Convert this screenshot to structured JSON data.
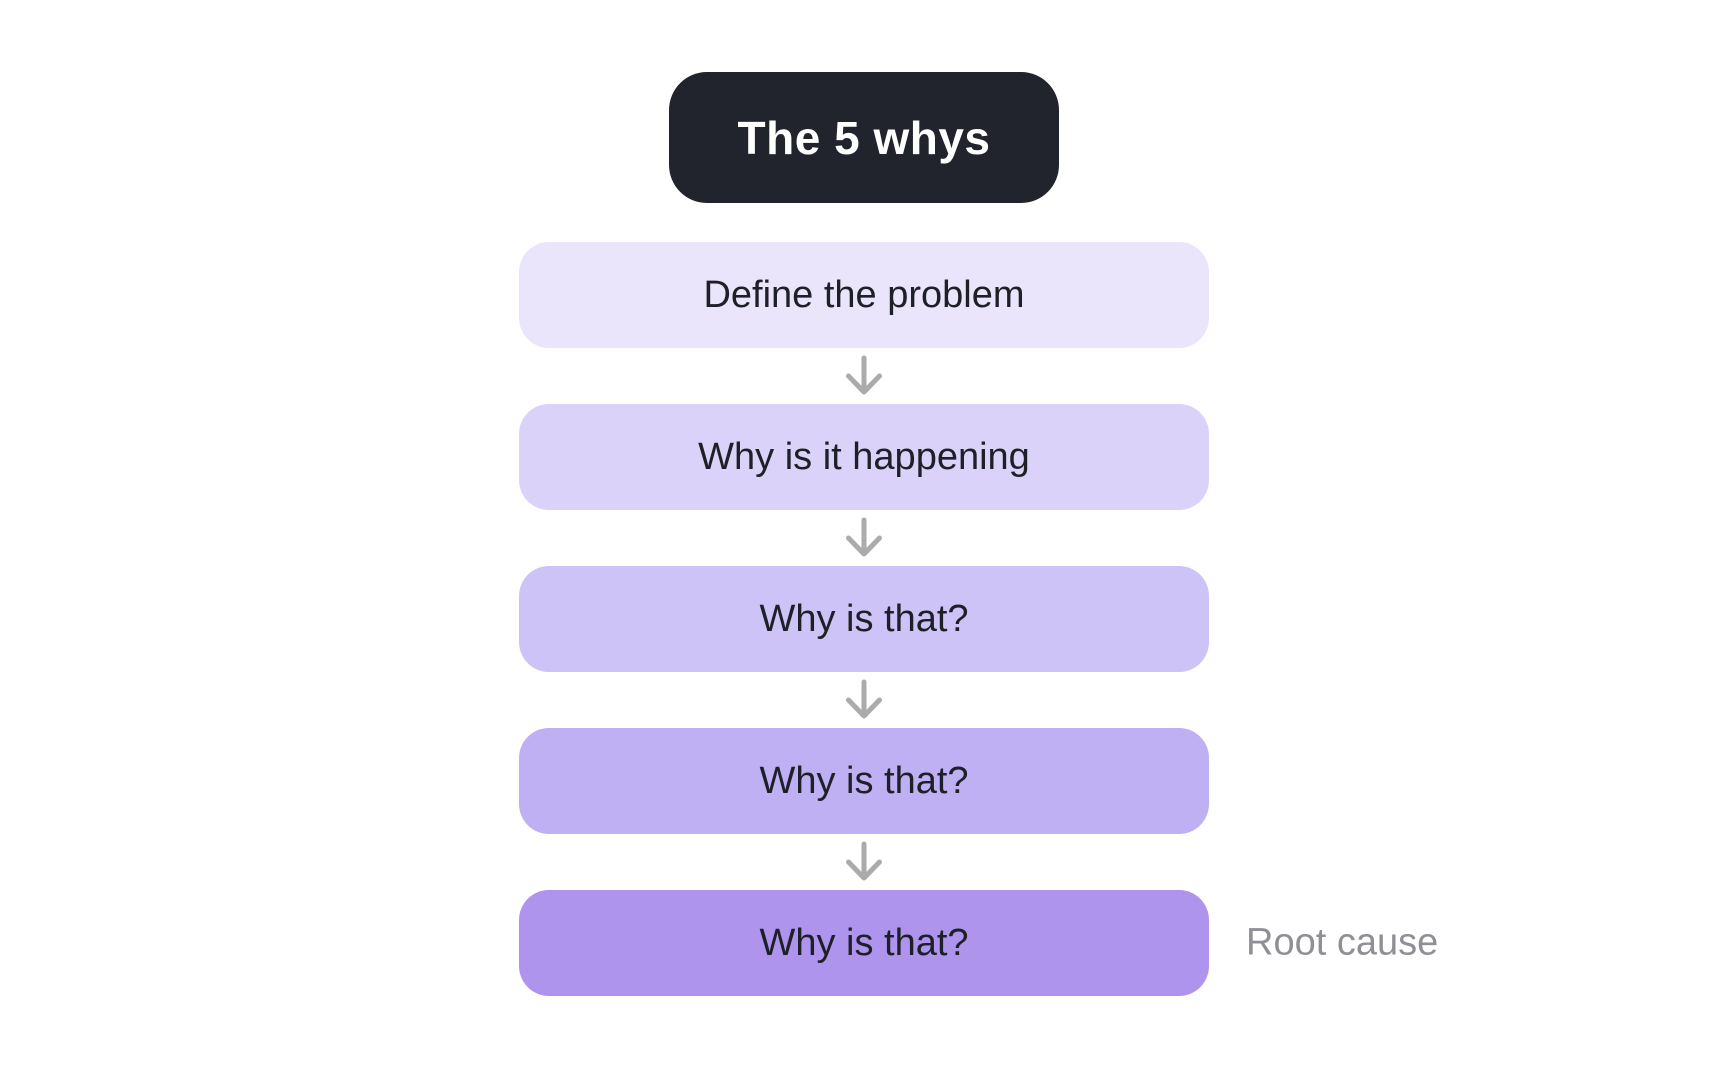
{
  "diagram": {
    "title": "The 5 whys",
    "steps": [
      {
        "label": "Define the problem",
        "color": "#EAE5FB"
      },
      {
        "label": "Why is it happening",
        "color": "#DAD2F8"
      },
      {
        "label": "Why is that?",
        "color": "#CEC3F6"
      },
      {
        "label": "Why is that?",
        "color": "#BFAFF3"
      },
      {
        "label": "Why is that?",
        "color": "#AF94EE"
      }
    ],
    "annotation": "Root cause",
    "colors": {
      "background": "#FFFFFF",
      "title_bg": "#21232D",
      "title_text": "#FFFFFF",
      "step_text": "#1E2027",
      "arrow": "#ABABAB",
      "annotation_text": "#8F9096"
    }
  }
}
